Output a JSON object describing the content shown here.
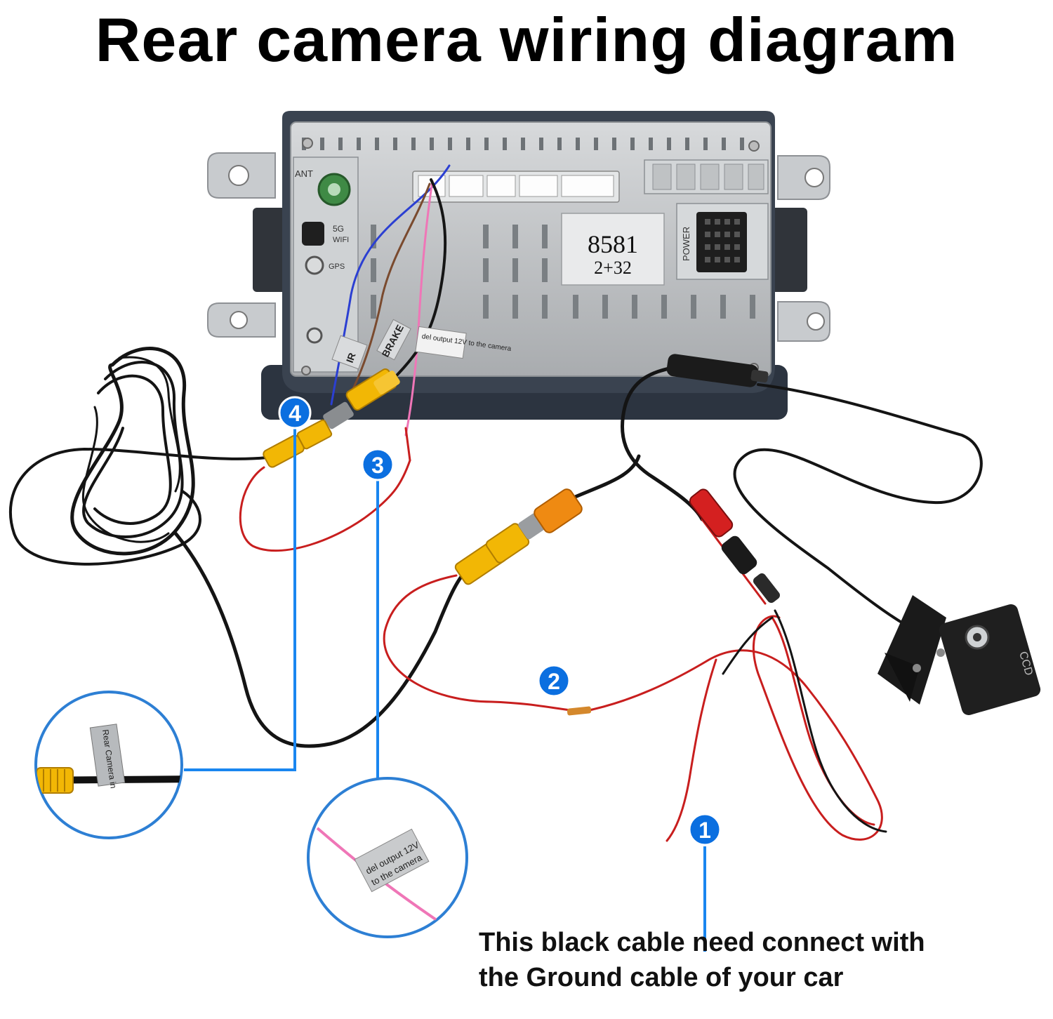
{
  "title": "Rear camera wiring diagram",
  "unit_labels": {
    "model": "8581",
    "spec": "2+32",
    "ant": "ANT",
    "wifi_5g": "5G",
    "wifi": "WIFI",
    "gps": "GPS",
    "power": "POWER"
  },
  "tags": {
    "brake": "BRAKE",
    "ir": "IR",
    "voltage_small": "del output 12V to the camera"
  },
  "markers": [
    "4",
    "3",
    "2",
    "1"
  ],
  "camera_label": "CCD",
  "inset_left": {
    "tag_text": "Rear Camera in"
  },
  "inset_right": {
    "tag_line1": "del output 12V",
    "tag_line2": "to the camera"
  },
  "caption": {
    "line1": "This black cable need connect with",
    "line2": "the Ground cable of your car"
  },
  "colors": {
    "marker_blue": "#0b6fe0",
    "leader_line": "#1a86f0",
    "rca_yellow": "#f2b705",
    "power_red": "#c81e1e",
    "pink_wire": "#ef76b7",
    "unit_grey": "#b9bcbf"
  }
}
